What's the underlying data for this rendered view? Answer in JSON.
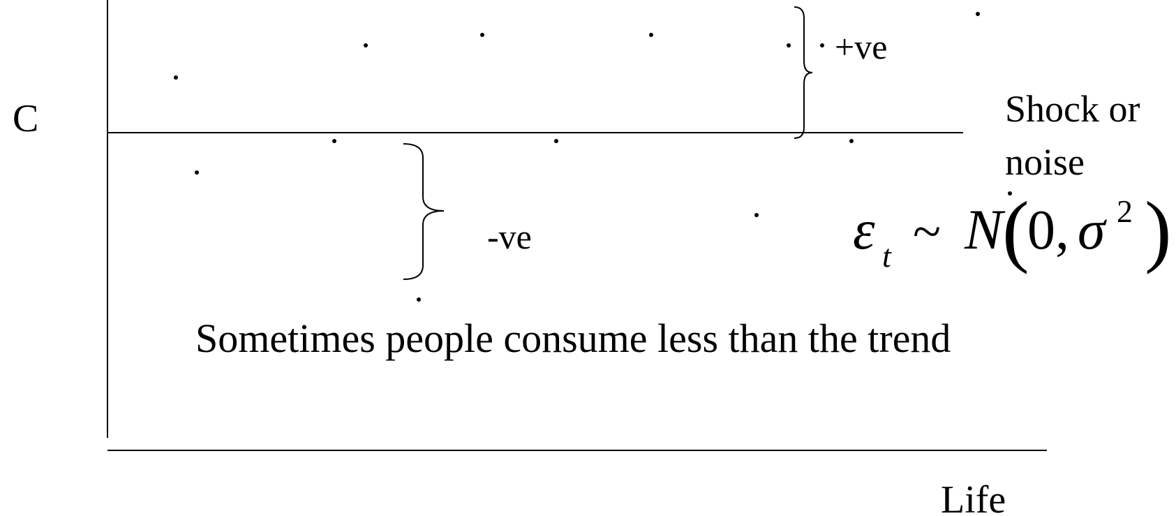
{
  "labels": {
    "y_axis": "C",
    "x_axis": "Life",
    "positive_deviation": "+ve",
    "negative_deviation": "-ve",
    "shock_line1": "Shock or",
    "shock_line2": "noise",
    "caption": "Sometimes people consume less than the trend"
  },
  "formula": {
    "epsilon": "ε",
    "subscript": "t",
    "tilde": "~",
    "N": "N",
    "open_paren": "(",
    "zero_comma": "0,",
    "sigma": "σ",
    "exponent": "2",
    "close_paren": ")"
  }
}
